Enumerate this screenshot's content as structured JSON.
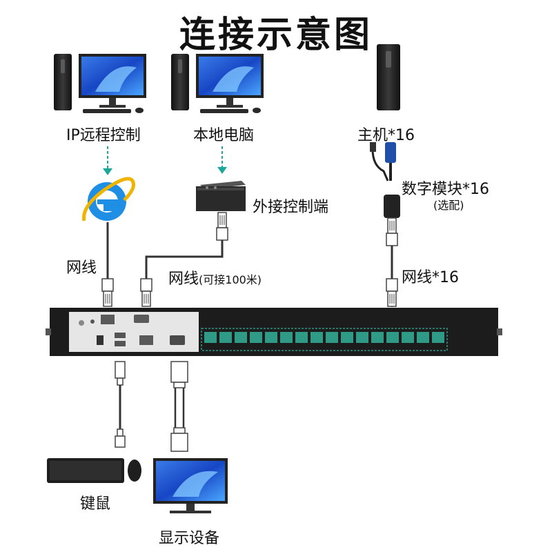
{
  "title": "连接示意图",
  "labels": {
    "ip_remote": "IP远程控制",
    "local_pc": "本地电脑",
    "host": "主机*16",
    "digital_module": "数字模块*16",
    "optional": "(选配)",
    "external_controller": "外接控制端",
    "network_cable_1": "网线",
    "network_cable_2": "网线",
    "network_cable_2_note": "(可接100米)",
    "network_cable_3": "网线*16",
    "keyboard_mouse": "键鼠",
    "display_device": "显示设备"
  },
  "colors": {
    "arrow": "#1aa89a",
    "panel": "#1c1c1c",
    "port_green": "#2f9a86"
  },
  "icons": [
    "desktop-computer-icon",
    "internet-explorer-icon",
    "kvm-extender-icon",
    "rj45-plug-icon",
    "usb-plug-icon",
    "vga-plug-icon",
    "keyboard-icon",
    "mouse-icon",
    "monitor-icon"
  ]
}
